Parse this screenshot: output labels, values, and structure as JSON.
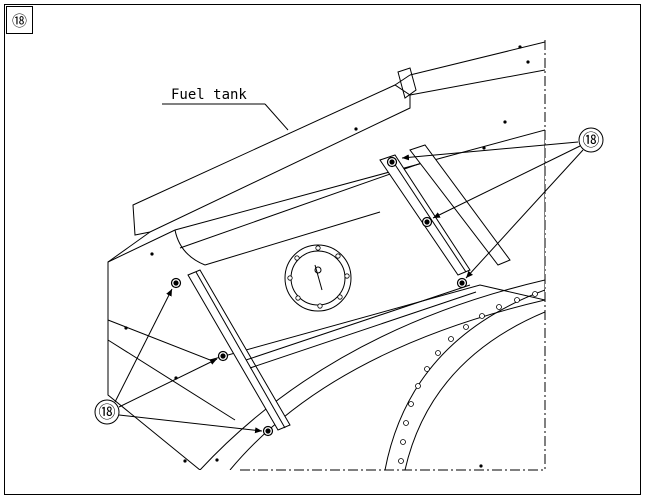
{
  "figure": {
    "tag": "⑱",
    "part_label": "Fuel tank",
    "callout_upper_right": "⑱",
    "callout_lower_left": "⑱"
  }
}
